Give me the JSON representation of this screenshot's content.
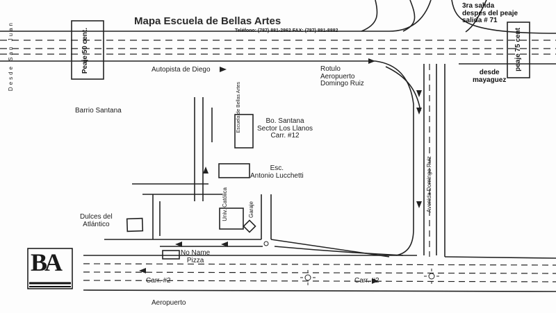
{
  "title": "Mapa Escuela de Bellas Artes",
  "phone": "Teléfono: (787) 881-2862 FAX: (787) 881-8882",
  "left_edge_vertical": "Desde San Juan",
  "toll_left": "Peaje 50 cent.",
  "toll_right": "peaje 75 cent",
  "exit_note": [
    "3ra salida",
    "despes del peaje",
    "salida # 71"
  ],
  "desde_mayaguez": [
    "desde",
    "mayaguez"
  ],
  "highway_label": "Autopista de Diego",
  "rotulo": [
    "Rotulo",
    "Aeropuerto",
    "Domingo Ruiz"
  ],
  "barrio_santana": "Barrio Santana",
  "escuela_bellas_artes": "Escuela de Bellas Artes",
  "bo_santana": [
    "Bo. Santana",
    "Sector Los Llanos",
    "Carr. #12"
  ],
  "esc_antonio": [
    "Esc.",
    "Antonio Lucchetti"
  ],
  "univ_catolica": [
    "Univ.",
    "Católica"
  ],
  "garaje": "Garaje",
  "avenida": "Avenida Domingo Ruiz",
  "dulces": [
    "Dulces del",
    "Atlántico"
  ],
  "no_name_pizza": [
    "No Name",
    "Pizza"
  ],
  "carr2_left": "Carr. #2",
  "carr2_right": "Carr. #2",
  "aeropuerto_bottom": "Aeropuerto",
  "logo_letters": "BA"
}
